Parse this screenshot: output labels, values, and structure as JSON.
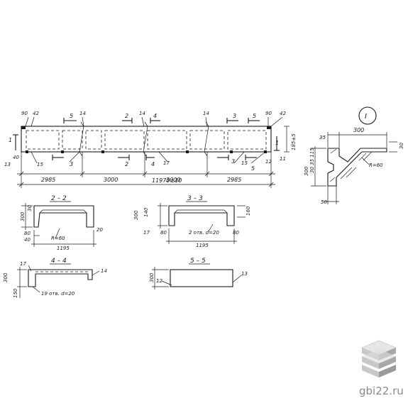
{
  "labels": {
    "d90a": "90",
    "d42a": "42",
    "s5a": "5",
    "s14a": "14",
    "s2a": "2",
    "s14b": "14",
    "s4a": "4",
    "s14c": "14",
    "s3a": "3",
    "s5b": "5",
    "d90b": "90",
    "d42b": "42",
    "h1a": "1",
    "h40": "40",
    "h13": "13",
    "h15": "15",
    "s3b": "3",
    "s2b": "2",
    "s4b": "4",
    "s17": "17",
    "s3c": "3",
    "s15b": "15",
    "s5c": "5",
    "h1b": "1",
    "h12": "12",
    "h11": "11",
    "d2985a": "2985",
    "d3000a": "3000",
    "d3000b": "3000",
    "d2985b": "2985",
    "dtotal": "11970±10",
    "h_side": "185±5",
    "sec22": "2 – 2",
    "sec33": "3 – 3",
    "sec44": "4 – 4",
    "sec55": "5 – 5",
    "s22_300": "300",
    "s22_30": "30",
    "s22_80": "80",
    "s22_40": "40",
    "s22_r": "R=60",
    "s22_1195": "1195",
    "s22_20": "20",
    "s33_300": "300",
    "s33_140": "140",
    "s33_160": "160",
    "s33_17": "17",
    "s33_80a": "80",
    "s33_holes": "2 отв. d=20",
    "s33_80b": "80",
    "s33_1195": "1195",
    "s44_300": "300",
    "s44_17": "17",
    "s44_150": "150",
    "s44_holes": "19 отв. d=20",
    "s44_14": "14",
    "s55_300": "300",
    "s55_12": "12",
    "s55_13": "13",
    "detI": "I",
    "detI_300": "300",
    "detI_35": "35",
    "detI_30": "30",
    "detI_r": "R=60",
    "detI_3035": "30 35 115",
    "detI_300v": "300",
    "detI_50": "50",
    "watermark": "gbi22.ru"
  },
  "colors": {
    "ink": "#1a1a1a",
    "paper": "#ffffff",
    "logo_light": "#dcdcdc",
    "logo_dark": "#9a9a9a"
  }
}
